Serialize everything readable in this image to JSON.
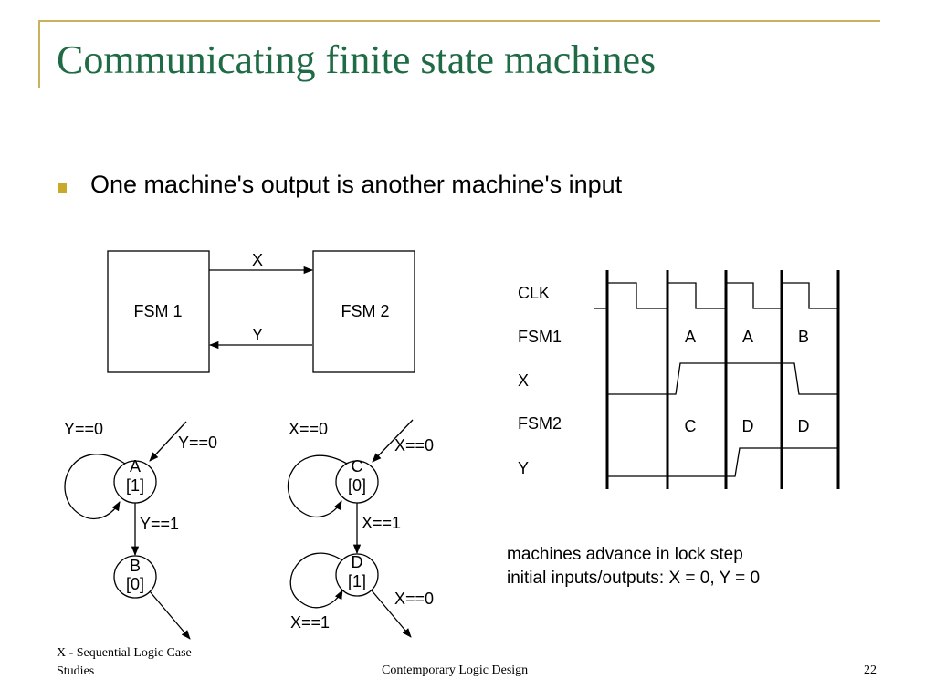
{
  "slide": {
    "title": "Communicating finite state machines",
    "bullet": "One machine's output is another machine's input"
  },
  "block_diagram": {
    "fsm1": "FSM 1",
    "fsm2": "FSM 2",
    "signal_x": "X",
    "signal_y": "Y"
  },
  "state_diagrams": {
    "fsm1": {
      "state_a": {
        "name": "A",
        "output": "[1]"
      },
      "state_b": {
        "name": "B",
        "output": "[0]"
      },
      "loop_label": "Y==0",
      "entry_label": "Y==0",
      "transition_label": "Y==1"
    },
    "fsm2": {
      "state_c": {
        "name": "C",
        "output": "[0]"
      },
      "state_d": {
        "name": "D",
        "output": "[1]"
      },
      "loop_c_label": "X==0",
      "entry_label": "X==0",
      "transition_label": "X==1",
      "exit_label": "X==0",
      "loop_d_label": "X==1"
    }
  },
  "timing": {
    "signals": [
      "CLK",
      "FSM1",
      "X",
      "FSM2",
      "Y"
    ],
    "fsm1_values": [
      "A",
      "A",
      "B"
    ],
    "fsm2_values": [
      "C",
      "D",
      "D"
    ]
  },
  "notes": {
    "line1": "machines advance in lock step",
    "line2": "initial inputs/outputs: X = 0, Y = 0"
  },
  "footer": {
    "left_line1": "X - Sequential Logic Case",
    "left_line2": "Studies",
    "center": "Contemporary Logic Design",
    "page": "22"
  }
}
